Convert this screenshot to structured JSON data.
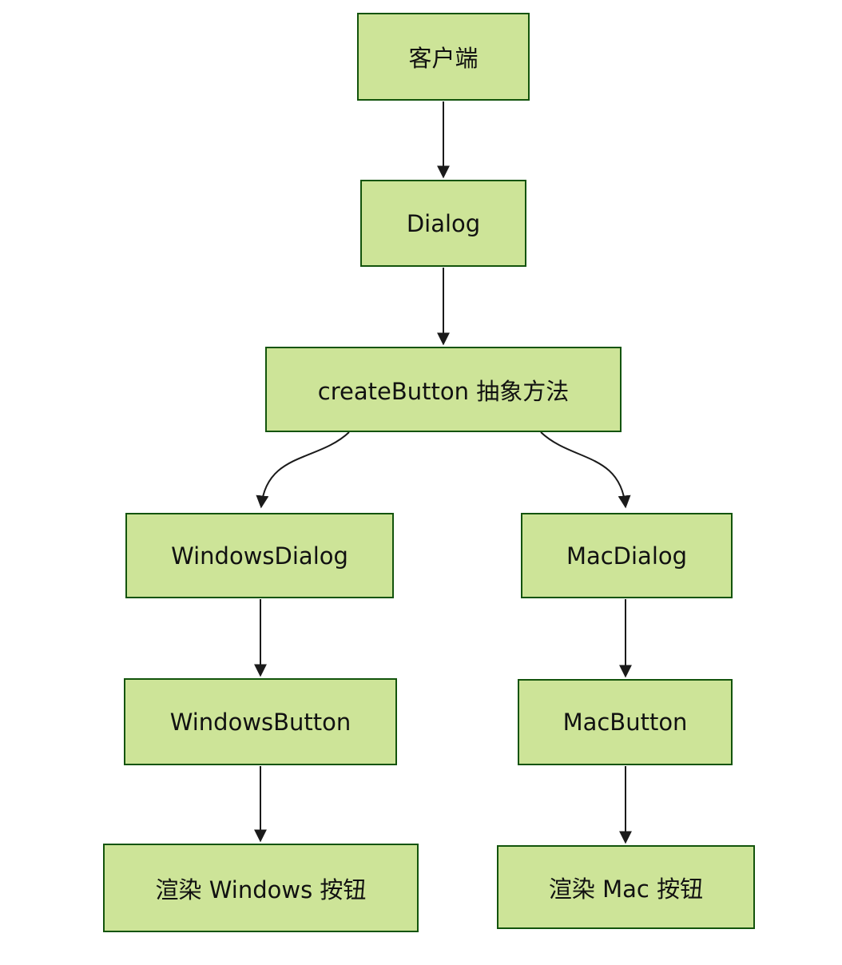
{
  "diagram": {
    "type": "flowchart",
    "direction": "top-down",
    "colors": {
      "background": "#ffffff",
      "node_fill": "#cde498",
      "node_border": "#13540c",
      "edge_color": "#1a1a1a",
      "text_color": "#111111"
    },
    "nodes": {
      "client": {
        "label": "客户端"
      },
      "dialog": {
        "label": "Dialog"
      },
      "create_button": {
        "label": "createButton 抽象方法"
      },
      "windows_dialog": {
        "label": "WindowsDialog"
      },
      "mac_dialog": {
        "label": "MacDialog"
      },
      "windows_button": {
        "label": "WindowsButton"
      },
      "mac_button": {
        "label": "MacButton"
      },
      "render_windows": {
        "label": "渲染 Windows 按钮"
      },
      "render_mac": {
        "label": "渲染 Mac 按钮"
      }
    },
    "edges": [
      {
        "from": "client",
        "to": "dialog",
        "style": "straight-arrow"
      },
      {
        "from": "dialog",
        "to": "create_button",
        "style": "straight-arrow"
      },
      {
        "from": "create_button",
        "to": "windows_dialog",
        "style": "curved-arrow"
      },
      {
        "from": "create_button",
        "to": "mac_dialog",
        "style": "curved-arrow"
      },
      {
        "from": "windows_dialog",
        "to": "windows_button",
        "style": "straight-arrow"
      },
      {
        "from": "mac_dialog",
        "to": "mac_button",
        "style": "straight-arrow"
      },
      {
        "from": "windows_button",
        "to": "render_windows",
        "style": "straight-arrow"
      },
      {
        "from": "mac_button",
        "to": "render_mac",
        "style": "straight-arrow"
      }
    ]
  }
}
